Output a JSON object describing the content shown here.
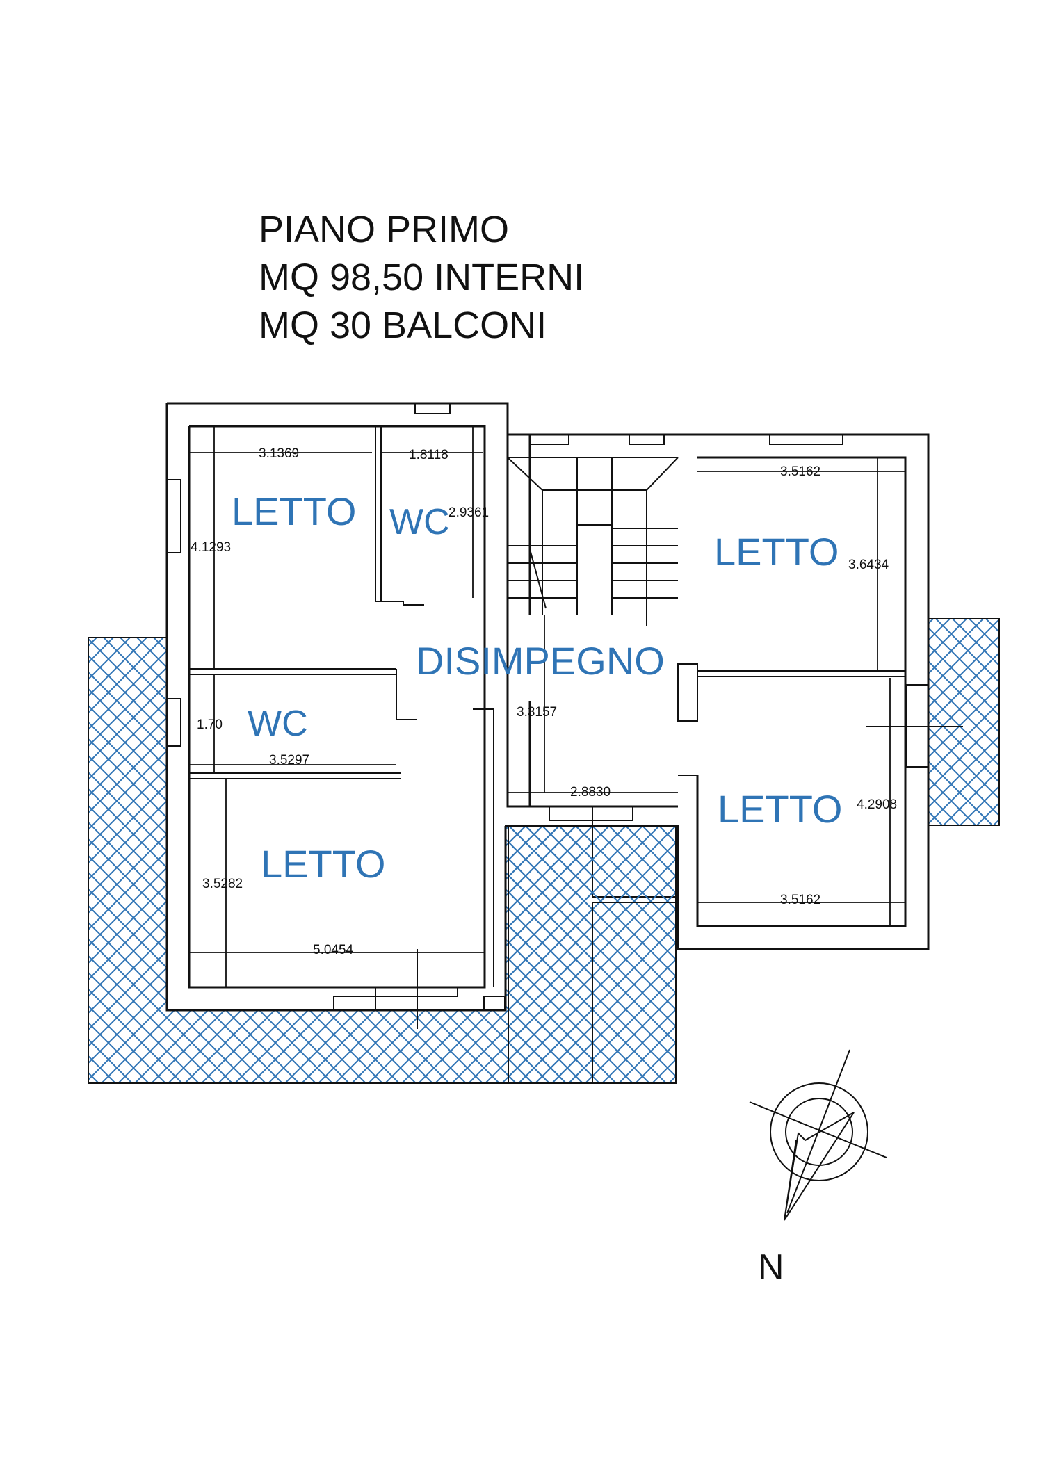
{
  "header": {
    "line1": "PIANO PRIMO",
    "line2": "MQ 98,50 INTERNI",
    "line3": "MQ 30 BALCONI"
  },
  "rooms": {
    "letto_nw": "LETTO",
    "wc_north": "WC",
    "letto_ne": "LETTO",
    "disimpegno": "DISIMPEGNO",
    "wc_west": "WC",
    "letto_sw": "LETTO",
    "letto_se": "LETTO"
  },
  "dimensions": {
    "letto_nw_width": "3.1369",
    "wc_north_width": "1.8118",
    "wc_north_depth": "2.9361",
    "letto_nw_depth": "4.1293",
    "letto_ne_width": "3.5162",
    "letto_ne_depth": "3.6434",
    "wc_west_depth": "1.70",
    "wc_west_width": "3.5297",
    "disimpegno_depth": "3.3157",
    "disimpegno_width": "2.8830",
    "letto_se_depth": "4.2908",
    "letto_se_width": "3.5162",
    "letto_sw_depth": "3.5282",
    "letto_sw_width": "5.0454"
  },
  "compass": {
    "north_label": "N"
  },
  "colors": {
    "room_label": "#2f74b5",
    "hatch": "#2f74b5",
    "lines": "#111111"
  }
}
